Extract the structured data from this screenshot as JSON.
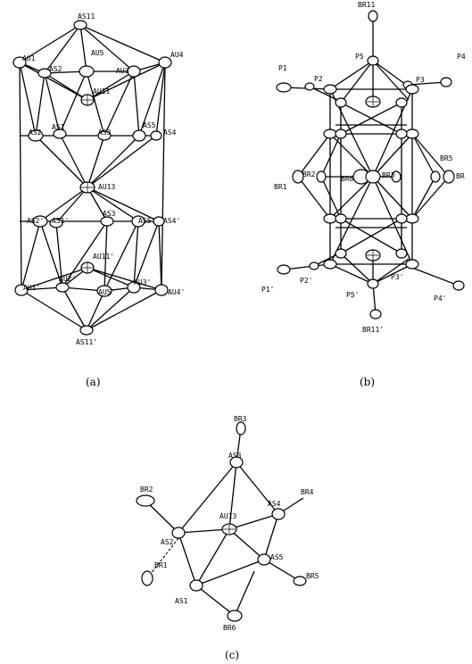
{
  "panel_a": {
    "caption": "(a)",
    "labels": {
      "as11": "AS11",
      "au1": "AU1",
      "as2": "AS2",
      "au5": "AU5",
      "au4": "AU4",
      "au3": "AU3",
      "au11": "AU11",
      "as_l": "AS2",
      "as1": "AS1",
      "as3": "AS3",
      "as5": "AS5",
      "as4": "AS4",
      "au13": "AU13",
      "as2p": "AS2'",
      "as1p": "AS1'",
      "as3p": "AS3",
      "as5p": "AS5'",
      "as4p": "AS4'",
      "au11p": "AU11'",
      "au1p": "AU1'",
      "au2p": "AU2'",
      "au5p": "AU5'",
      "au3p": "AU3'",
      "au4p": "AU4'",
      "as11p": "AS11'"
    }
  },
  "panel_b": {
    "caption": "(b)",
    "labels": {
      "br11": "BR11",
      "p1": "P1",
      "p2": "P2",
      "p5": "P5",
      "p3": "P3",
      "p4": "P4",
      "br1": "BR1",
      "br2": "BR2",
      "br6": "BR6",
      "br3": "BR3",
      "br5": "BR5",
      "br4": "BR",
      "p1p": "P1'",
      "p2p": "P2'",
      "p5p": "P5'",
      "p3p": "P3'",
      "p4p": "P4'",
      "br11p": "BR11'"
    }
  },
  "panel_c": {
    "caption": "(c)",
    "labels": {
      "br3": "BR3",
      "as3": "AS3",
      "br2": "BR2",
      "as4": "AS4",
      "br4": "BR4",
      "au13": "AU13",
      "as2": "AS2",
      "br1": "BR1",
      "as5": "AS5",
      "br5": "BR5",
      "as1": "AS1",
      "br6": "BR6"
    }
  }
}
